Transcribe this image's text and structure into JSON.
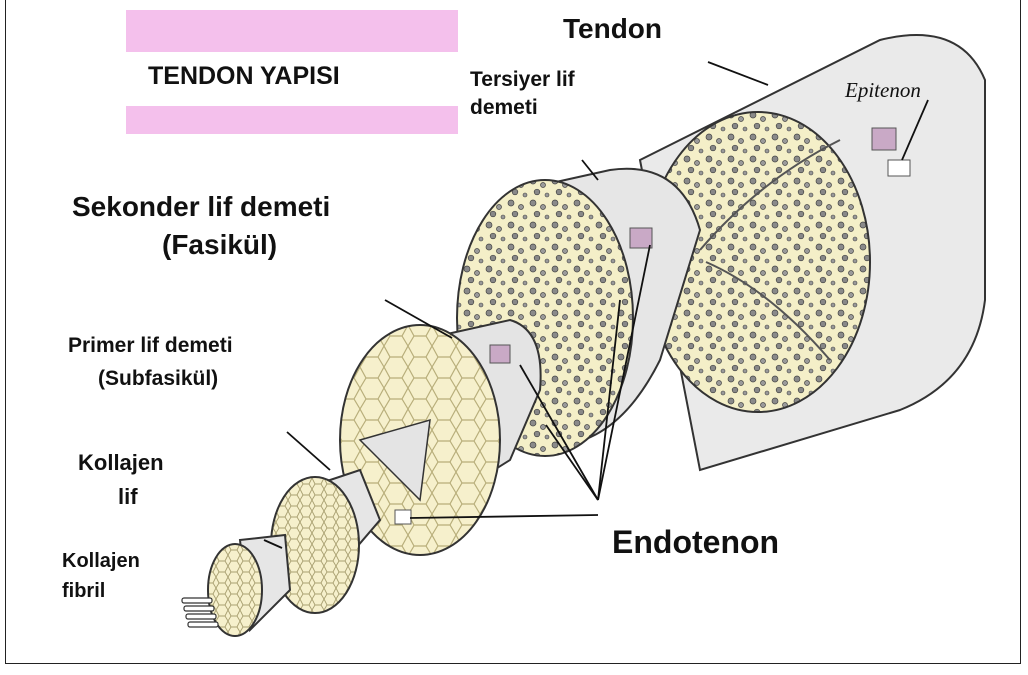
{
  "title": "TENDON YAPISI",
  "labels": {
    "tendon": "Tendon",
    "epitenon": "Epitenon",
    "tersiyer_line1": "Tersiyer lif",
    "tersiyer_line2": "demeti",
    "sekonder_line1": "Sekonder lif demeti",
    "sekonder_line2": "(Fasikül)",
    "primer_line1": "Primer lif demeti",
    "primer_line2": "(Subfasikül)",
    "kollajen_lif_line1": "Kollajen",
    "kollajen_lif_line2": "lif",
    "kollajen_fibril_line1": "Kollajen",
    "kollajen_fibril_line2": "fibril",
    "endotenon": "Endotenon"
  },
  "colors": {
    "title_band": "#f4c0ec",
    "fiber_fill": "#f4efc8",
    "sheath_fill": "#e9e9e9",
    "outline": "#333333"
  }
}
